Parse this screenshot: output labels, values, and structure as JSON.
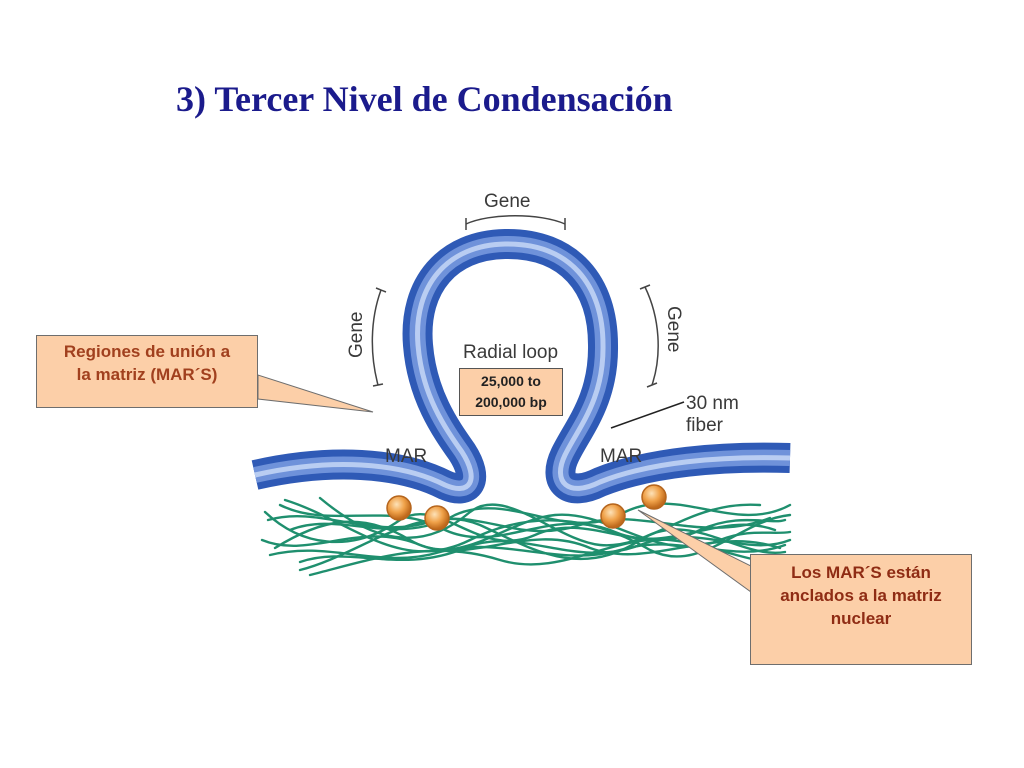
{
  "slide": {
    "title": "3) Tercer Nivel de Condensación"
  },
  "diagram": {
    "labels": {
      "gene_top": "Gene",
      "gene_left": "Gene",
      "gene_right": "Gene",
      "radial_loop": "Radial loop",
      "fiber_line1": "30 nm",
      "fiber_line2": "fiber",
      "mar_left": "MAR",
      "mar_right": "MAR"
    },
    "bp_box": {
      "line1": "25,000 to",
      "line2": "200,000 bp"
    },
    "colors": {
      "fiber_outer": "#2f5ab6",
      "fiber_inner": "#a9c1ee",
      "matrix": "#1f8f6e",
      "mar_protein": "#e8943a"
    }
  },
  "callouts": {
    "left": {
      "line1": "Regiones de unión a",
      "line2": "la matriz (MAR´S)"
    },
    "right": {
      "line1": "Los MAR´S están",
      "line2": "anclados a la matriz",
      "line3": "nuclear"
    }
  }
}
